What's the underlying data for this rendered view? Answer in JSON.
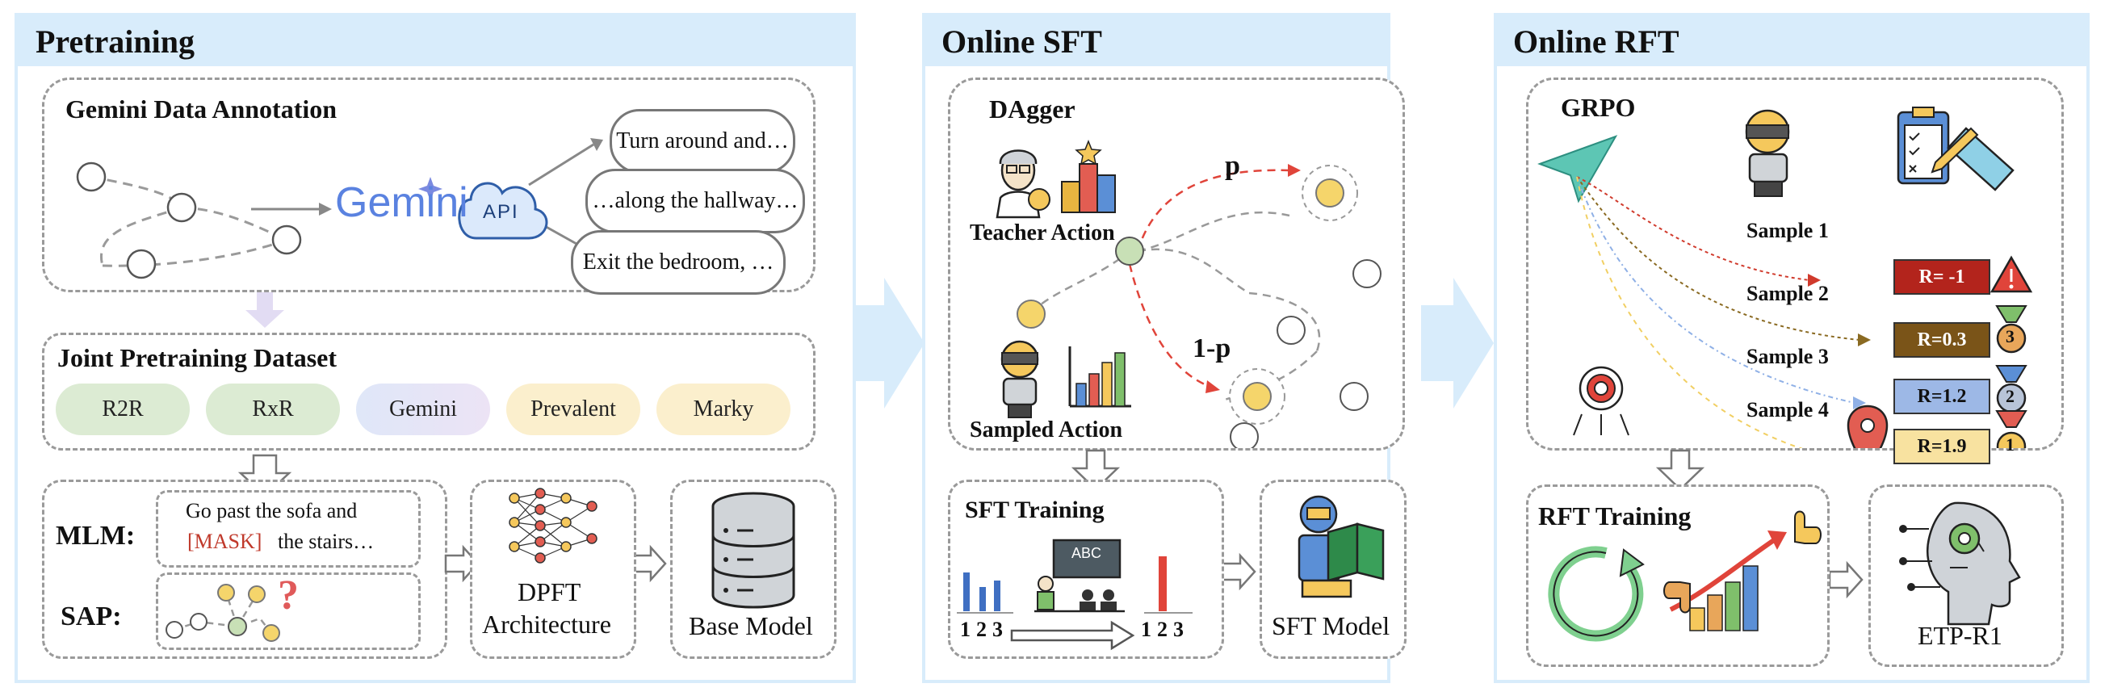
{
  "pretraining": {
    "title": "Pretraining",
    "annotation": {
      "title": "Gemini Data Annotation",
      "logo_text": "Gemini",
      "api_label": "API",
      "instructions": [
        "Turn around and…",
        "…along the hallway…",
        "Exit the bedroom, …"
      ]
    },
    "dataset": {
      "title": "Joint Pretraining Dataset",
      "items": [
        "R2R",
        "RxR",
        "Gemini",
        "Prevalent",
        "Marky"
      ]
    },
    "tasks": {
      "mlm_label": "MLM:",
      "mlm_text_1": "Go past the sofa and",
      "mlm_mask": "[MASK]",
      "mlm_text_2": "the stairs…",
      "sap_label": "SAP:",
      "sap_mark": "?"
    },
    "architecture_line1": "DPFT",
    "architecture_line2": "Architecture",
    "base_model": "Base Model"
  },
  "online_sft": {
    "title": "Online SFT",
    "dagger": {
      "title": "DAgger",
      "teacher_action": "Teacher Action",
      "sampled_action": "Sampled Action",
      "p_label": "p",
      "one_minus_p_label": "1-p"
    },
    "sft_training": {
      "title": "SFT Training",
      "board_text": "ABC",
      "ticks_left": [
        "1",
        "2",
        "3"
      ],
      "ticks_right": [
        "1",
        "2",
        "3"
      ]
    },
    "sft_model": "SFT Model"
  },
  "online_rft": {
    "title": "Online RFT",
    "grpo": {
      "title": "GRPO",
      "samples": [
        "Sample 1",
        "Sample 2",
        "Sample 3",
        "Sample 4"
      ],
      "rewards": [
        "R= -1",
        "R=0.3",
        "R=1.2",
        "R=1.9"
      ],
      "reward_colors": [
        "#b3241c",
        "#7a5418",
        "#9db8e6",
        "#f8e2a0"
      ],
      "reward_text_colors": [
        "#ffffff",
        "#ffffff",
        "#111111",
        "#111111"
      ],
      "sample_colors": [
        "#d03a2c",
        "#8a6a22",
        "#8fb0e6",
        "#f1cf63"
      ],
      "medal_numbers": [
        "3",
        "2",
        "1"
      ]
    },
    "rft_training": {
      "title": "RFT Training"
    },
    "final_model": "ETP-R1"
  },
  "colors": {
    "panel_header": "#d8ecfb",
    "big_arrow": "#d8ecfb",
    "mask_red": "#c0392b",
    "node_yellow": "#f5d56b",
    "node_green": "#c8e0b6"
  }
}
